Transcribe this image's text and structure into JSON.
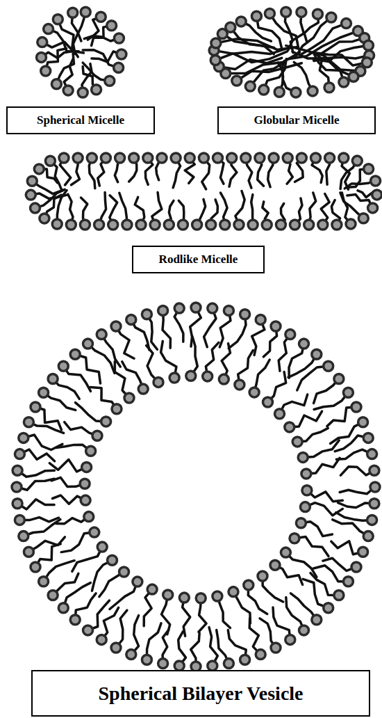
{
  "diagram": {
    "nodes": [
      {
        "text": [
          "Spherical Micelle"
        ]
      },
      {
        "text": [
          "Globular Micelle"
        ]
      },
      {
        "text": [
          "Rodlike Micelle"
        ]
      },
      {
        "text": [
          "Spherical Bilayer Vesicle"
        ]
      }
    ]
  }
}
